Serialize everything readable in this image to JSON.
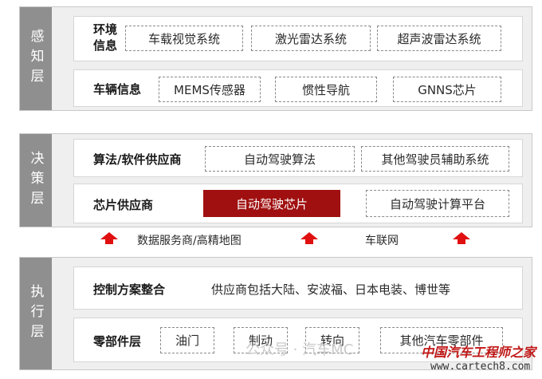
{
  "perception": {
    "label": "感知层",
    "env": {
      "title_line1": "环境",
      "title_line2": "信息",
      "items": [
        "车载视觉系统",
        "激光雷达系统",
        "超声波雷达系统"
      ]
    },
    "vehicle": {
      "title": "车辆信息",
      "items": [
        "MEMS传感器",
        "惯性导航",
        "GNNS芯片"
      ]
    }
  },
  "decision": {
    "label": "决策层",
    "algo": {
      "title": "算法/软件供应商",
      "items": [
        "自动驾驶算法",
        "其他驾驶员辅助系统"
      ]
    },
    "chip": {
      "title": "芯片供应商",
      "items": [
        "自动驾驶芯片",
        "自动驾驶计算平台"
      ]
    }
  },
  "middle": {
    "left_label": "数据服务商/高精地图",
    "right_label": "车联网"
  },
  "execution": {
    "label": "执行层",
    "control": {
      "title": "控制方案整合",
      "text": "供应商包括大陆、安波福、日本电装、博世等"
    },
    "parts": {
      "title": "零部件层",
      "items": [
        "油门",
        "制动",
        "转向",
        "其他汽车零部件"
      ]
    }
  },
  "watermark": {
    "center": "公众号 · 汽车MC",
    "logo": "中国汽车工程师之家",
    "url": "www.cartech8.com"
  },
  "colors": {
    "highlight": "#a01010",
    "arrow": "#e01010",
    "layer_label_bg": "#8f8f8f"
  }
}
